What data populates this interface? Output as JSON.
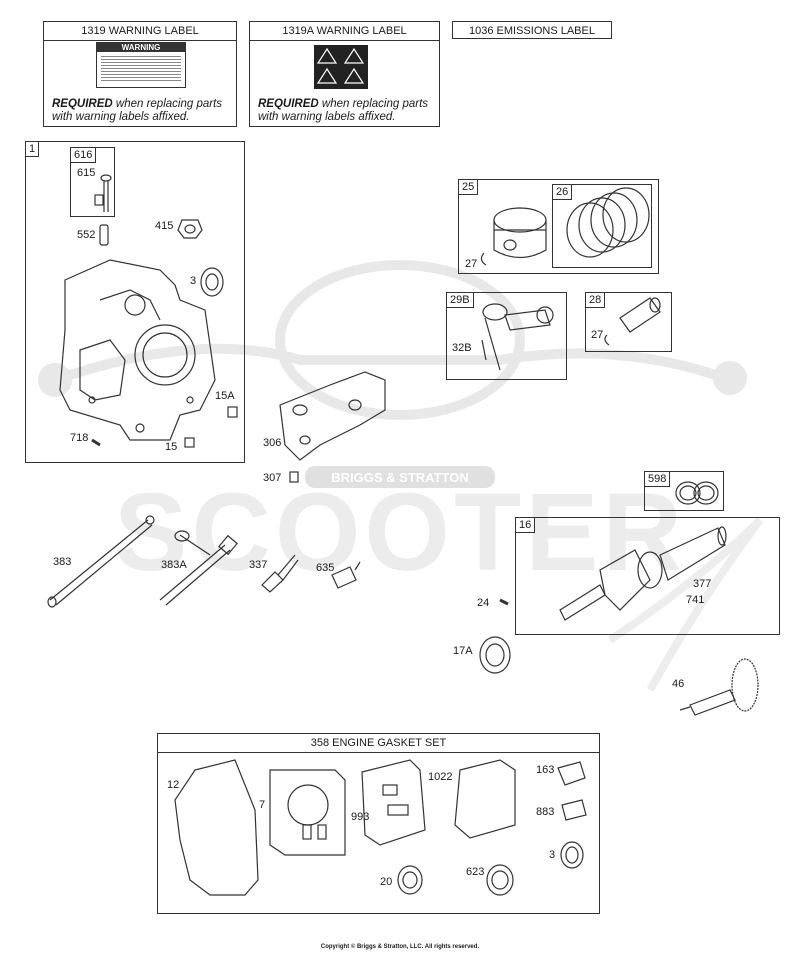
{
  "labels": {
    "l1319": "1319 WARNING LABEL",
    "l1319a": "1319A WARNING LABEL",
    "l1036": "1036 EMISSIONS LABEL",
    "warning_badge": "WARNING",
    "req_bold": "REQUIRED",
    "req_rest_1": " when replacing parts",
    "req_rest_2": "with warning labels affixed."
  },
  "gasket_set_title": "358 ENGINE GASKET SET",
  "watermark": {
    "brand": "SCOOTER",
    "badge": "BRIGGS & STRATTON"
  },
  "copyright": "Copyright © Briggs & Stratton, LLC. All rights reserved.",
  "parts": {
    "p1": "1",
    "p616": "616",
    "p615": "615",
    "p552": "552",
    "p415": "415",
    "p3a": "3",
    "p15a": "15A",
    "p718": "718",
    "p15": "15",
    "p25": "25",
    "p26": "26",
    "p27a": "27",
    "p29b": "29B",
    "p32b": "32B",
    "p28": "28",
    "p27b": "27",
    "p306": "306",
    "p307": "307",
    "p598": "598",
    "p16": "16",
    "p377": "377",
    "p741": "741",
    "p24": "24",
    "p17a": "17A",
    "p46": "46",
    "p383": "383",
    "p383a": "383A",
    "p337": "337",
    "p635": "635",
    "p12": "12",
    "p7": "7",
    "p993": "993",
    "p1022": "1022",
    "p163": "163",
    "p883": "883",
    "p3b": "3",
    "p20": "20",
    "p623": "623"
  }
}
